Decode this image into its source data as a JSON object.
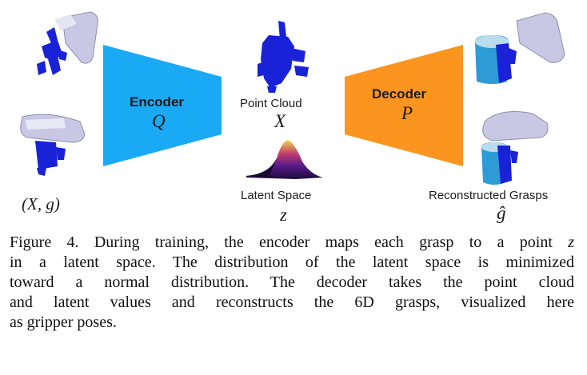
{
  "encoder": {
    "title": "Encoder",
    "symbol": "Q",
    "color": "#1aa9f4"
  },
  "decoder": {
    "title": "Decoder",
    "symbol": "P",
    "color": "#fb951f"
  },
  "point_cloud": {
    "label": "Point Cloud",
    "symbol": "X"
  },
  "latent": {
    "label": "Latent Space",
    "symbol": "z"
  },
  "input": {
    "label": "(X, g)"
  },
  "output": {
    "label": "Reconstructed Grasps",
    "symbol": "ĝ"
  },
  "caption": {
    "line1_pre": "Figure 4. During training, the encoder maps each grasp to a point ",
    "line1_var": "z",
    "line2": "in a latent space. The distribution of the latent space is minimized",
    "line3": "toward a normal distribution.  The decoder takes the point cloud",
    "line4": "and latent values and reconstructs the 6D grasps, visualized here",
    "line5": "as gripper poses."
  },
  "colors": {
    "point_cloud": "#1a22d8",
    "gripper": "#c9c8e4",
    "mug": "#2d9bd6"
  }
}
